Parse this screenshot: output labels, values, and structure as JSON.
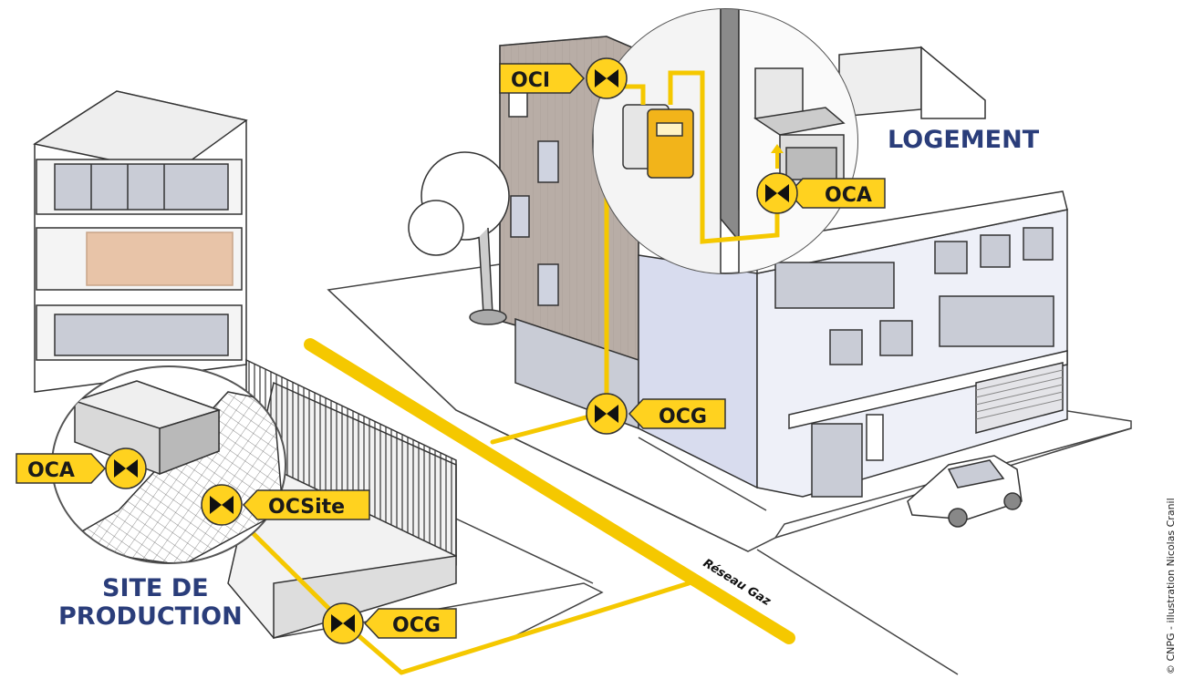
{
  "labels": {
    "logement": "LOGEMENT",
    "site_line1": "SITE DE",
    "site_line2": "PRODUCTION",
    "reseau": "Réseau Gaz",
    "credit": "© CNPG - illustration Nicolas Cranil"
  },
  "valves": {
    "oci": "OCI",
    "oca_home": "OCA",
    "ocg_building": "OCG",
    "oca_site": "OCA",
    "ocsite": "OCSite",
    "ocg_site": "OCG"
  },
  "colors": {
    "gas_line": "#f5c800",
    "label_fill": "#ffd21f",
    "area_text": "#2a3d7a",
    "building_blue": "#d8dcee",
    "wood": "#b8ada6"
  },
  "icons": {
    "valve": "bowtie-valve-icon",
    "meter": "gas-meter-icon",
    "stove": "gas-stove-icon",
    "boiler": "boiler-unit-icon"
  }
}
